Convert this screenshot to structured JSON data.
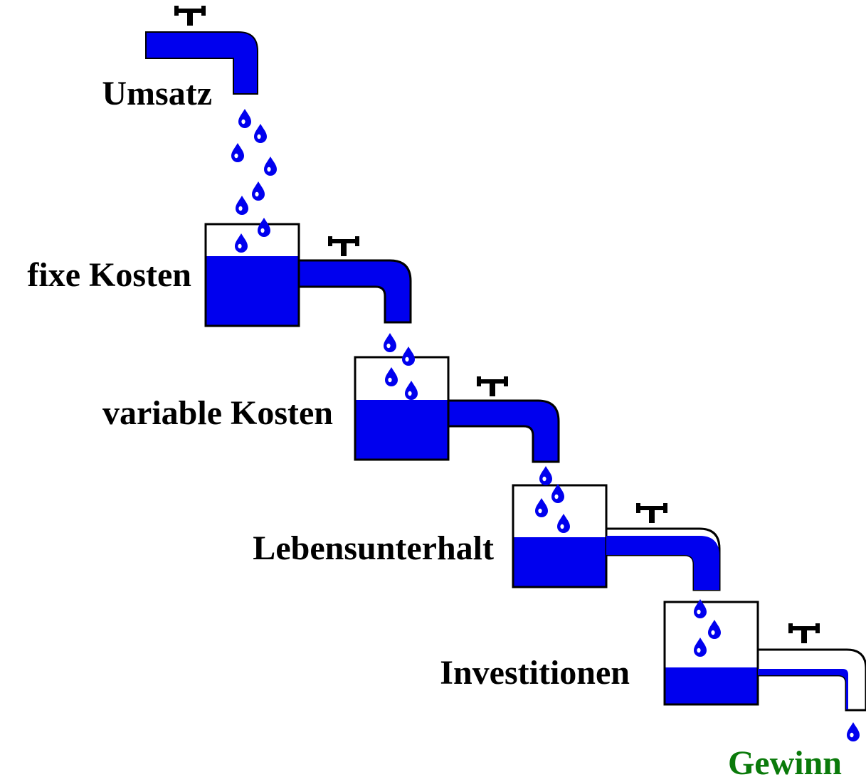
{
  "labels": {
    "revenue": "Umsatz",
    "fixed_costs": "fixe Kosten",
    "variable_costs": "variable Kosten",
    "living_costs": "Lebensunterhalt",
    "investments": "Investitionen",
    "profit": "Gewinn"
  },
  "colors": {
    "water": "#0000ee",
    "outline": "#000000",
    "profit_label": "#0a7a0a",
    "background": "#ffffff"
  },
  "containers": [
    {
      "name": "fixe Kosten",
      "fill_level": 0.69
    },
    {
      "name": "variable Kosten",
      "fill_level": 0.58
    },
    {
      "name": "Lebensunterhalt",
      "fill_level": 0.48
    },
    {
      "name": "Investitionen",
      "fill_level": 0.36
    }
  ],
  "icons": [
    "faucet-icon",
    "valve-icon",
    "water-drop-icon"
  ]
}
